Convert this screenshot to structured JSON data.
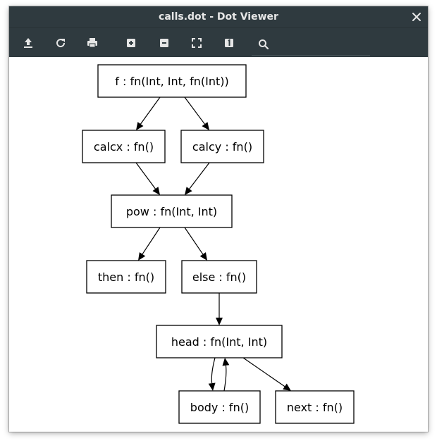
{
  "window": {
    "title": "calls.dot - Dot Viewer"
  },
  "titlebar": {
    "close_icon": "close-icon"
  },
  "toolbar": {
    "buttons": [
      {
        "name": "open-button",
        "icon": "upload-icon"
      },
      {
        "name": "reload-button",
        "icon": "refresh-icon"
      },
      {
        "name": "print-button",
        "icon": "printer-icon"
      },
      {
        "name": "zoom-in-button",
        "icon": "zoom-in-icon"
      },
      {
        "name": "zoom-out-button",
        "icon": "zoom-out-icon"
      },
      {
        "name": "zoom-fit-button",
        "icon": "fit-icon"
      },
      {
        "name": "zoom-100-button",
        "icon": "actual-size-icon"
      }
    ],
    "search": {
      "icon": "search-icon",
      "value": "",
      "placeholder": ""
    }
  },
  "graph": {
    "nodes": [
      {
        "id": "f",
        "label": "f : fn(Int, Int, fn(Int))"
      },
      {
        "id": "calcx",
        "label": "calcx : fn()"
      },
      {
        "id": "calcy",
        "label": "calcy : fn()"
      },
      {
        "id": "pow",
        "label": "pow : fn(Int, Int)"
      },
      {
        "id": "then",
        "label": "then : fn()"
      },
      {
        "id": "else",
        "label": "else : fn()"
      },
      {
        "id": "head",
        "label": "head : fn(Int, Int)"
      },
      {
        "id": "body",
        "label": "body : fn()"
      },
      {
        "id": "next",
        "label": "next : fn()"
      }
    ],
    "edges": [
      {
        "from": "f",
        "to": "calcx"
      },
      {
        "from": "f",
        "to": "calcy"
      },
      {
        "from": "calcx",
        "to": "pow"
      },
      {
        "from": "calcy",
        "to": "pow"
      },
      {
        "from": "pow",
        "to": "then"
      },
      {
        "from": "pow",
        "to": "else"
      },
      {
        "from": "else",
        "to": "head"
      },
      {
        "from": "head",
        "to": "body"
      },
      {
        "from": "body",
        "to": "head"
      },
      {
        "from": "head",
        "to": "next"
      }
    ]
  }
}
